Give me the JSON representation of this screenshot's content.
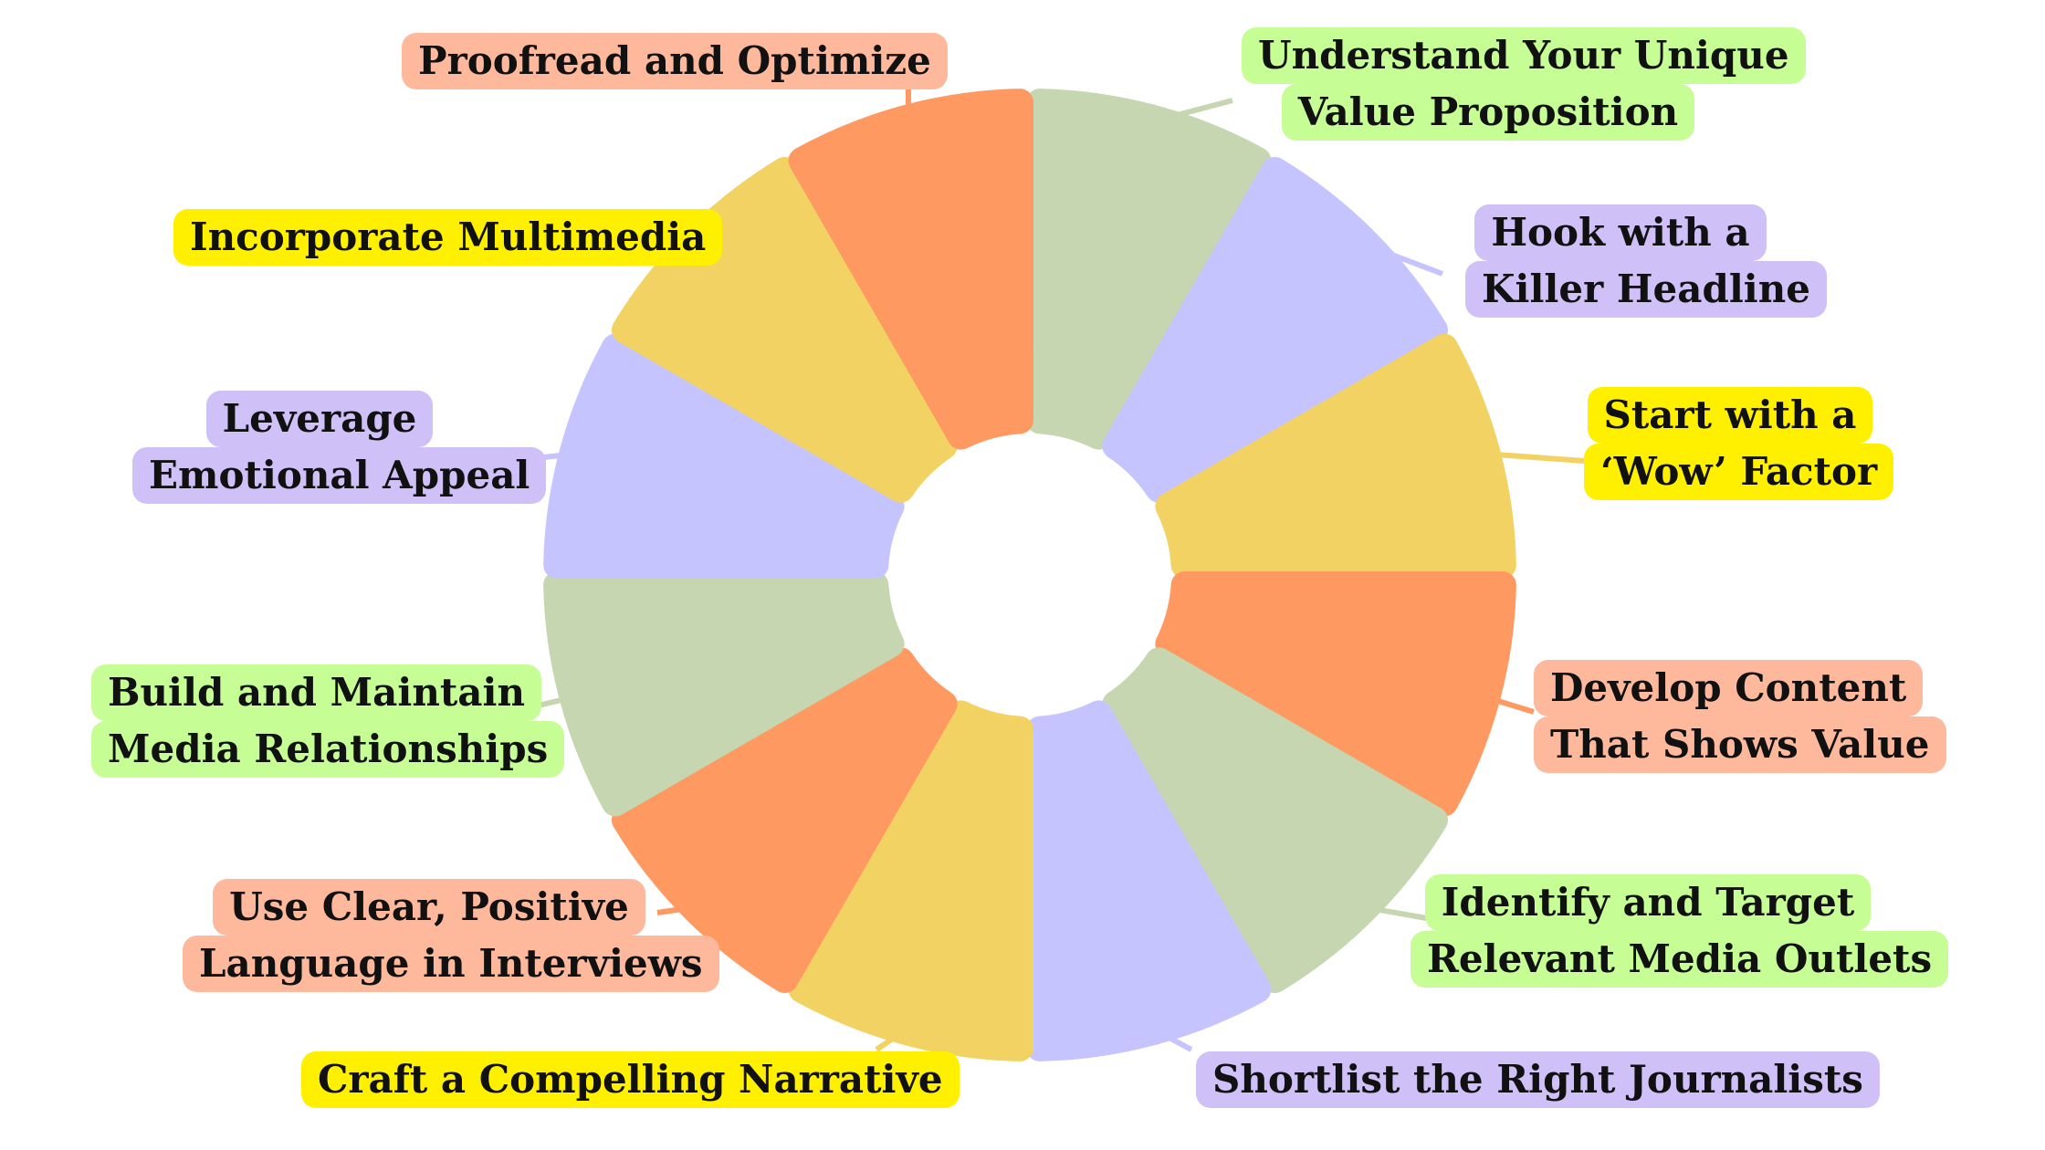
{
  "colors": {
    "green_segment": "#C5D6B0",
    "purple_segment": "#C6C4FE",
    "yellow_segment": "#F1D262",
    "orange_segment": "#FF9962",
    "green_label": "#C6FD94",
    "purple_label": "#CFC0F8",
    "yellow_label": "#FFF000",
    "salmon_label": "#FEB99D"
  },
  "segments": [
    {
      "id": "understand",
      "color_key": "green",
      "label_color_key": "green_label",
      "lines": [
        "Understand Your Unique",
        "Value Proposition"
      ]
    },
    {
      "id": "hook",
      "color_key": "purple",
      "label_color_key": "purple_label",
      "lines": [
        "Hook with a",
        "Killer Headline"
      ]
    },
    {
      "id": "start-wow",
      "color_key": "yellow",
      "label_color_key": "yellow_label",
      "lines": [
        "Start with a",
        "‘Wow’ Factor"
      ]
    },
    {
      "id": "develop-content",
      "color_key": "orange",
      "label_color_key": "salmon_label",
      "lines": [
        "Develop Content",
        "That Shows Value"
      ]
    },
    {
      "id": "identify-target",
      "color_key": "green",
      "label_color_key": "green_label",
      "lines": [
        "Identify and Target",
        "Relevant Media Outlets"
      ]
    },
    {
      "id": "shortlist",
      "color_key": "purple",
      "label_color_key": "purple_label",
      "lines": [
        "Shortlist the Right Journalists"
      ]
    },
    {
      "id": "craft-narrative",
      "color_key": "yellow",
      "label_color_key": "yellow_label",
      "lines": [
        "Craft a Compelling Narrative"
      ]
    },
    {
      "id": "clear-language",
      "color_key": "orange",
      "label_color_key": "salmon_label",
      "lines": [
        "Use Clear, Positive",
        "Language in Interviews"
      ]
    },
    {
      "id": "build-relationships",
      "color_key": "green",
      "label_color_key": "green_label",
      "lines": [
        "Build and Maintain",
        "Media Relationships"
      ]
    },
    {
      "id": "emotional-appeal",
      "color_key": "purple",
      "label_color_key": "purple_label",
      "lines": [
        "Leverage",
        "Emotional Appeal"
      ]
    },
    {
      "id": "multimedia",
      "color_key": "yellow",
      "label_color_key": "yellow_label",
      "lines": [
        "Incorporate Multimedia"
      ]
    },
    {
      "id": "proofread",
      "color_key": "orange",
      "label_color_key": "salmon_label",
      "lines": [
        "Proofread and Optimize"
      ]
    }
  ]
}
